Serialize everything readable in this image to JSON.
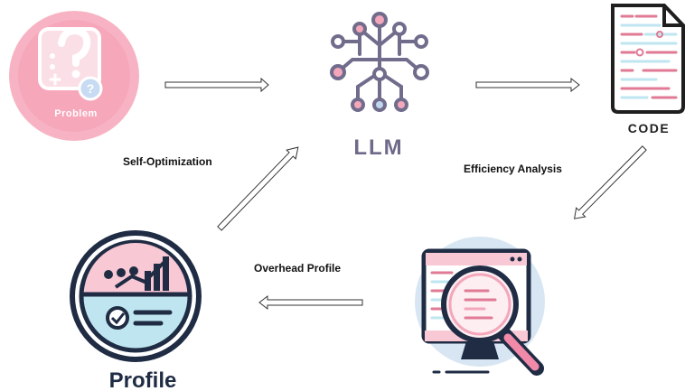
{
  "nodes": {
    "problem": {
      "label": "Problem"
    },
    "llm": {
      "label": "LLM"
    },
    "code": {
      "label": "CODE"
    },
    "profile": {
      "label": "Profile"
    }
  },
  "edges": {
    "self_optimization": "Self-Optimization",
    "efficiency_analysis": "Efficiency Analysis",
    "overhead_profile": "Overhead Profile"
  },
  "colors": {
    "pink": "#f4a7bb",
    "pink_light": "#fbd3dc",
    "pink_dark": "#e07a95",
    "navy": "#2c3e5a",
    "purple_gray": "#6f6a8a",
    "light_blue": "#bfe6f0",
    "circle_blue": "#d7e6f2"
  }
}
